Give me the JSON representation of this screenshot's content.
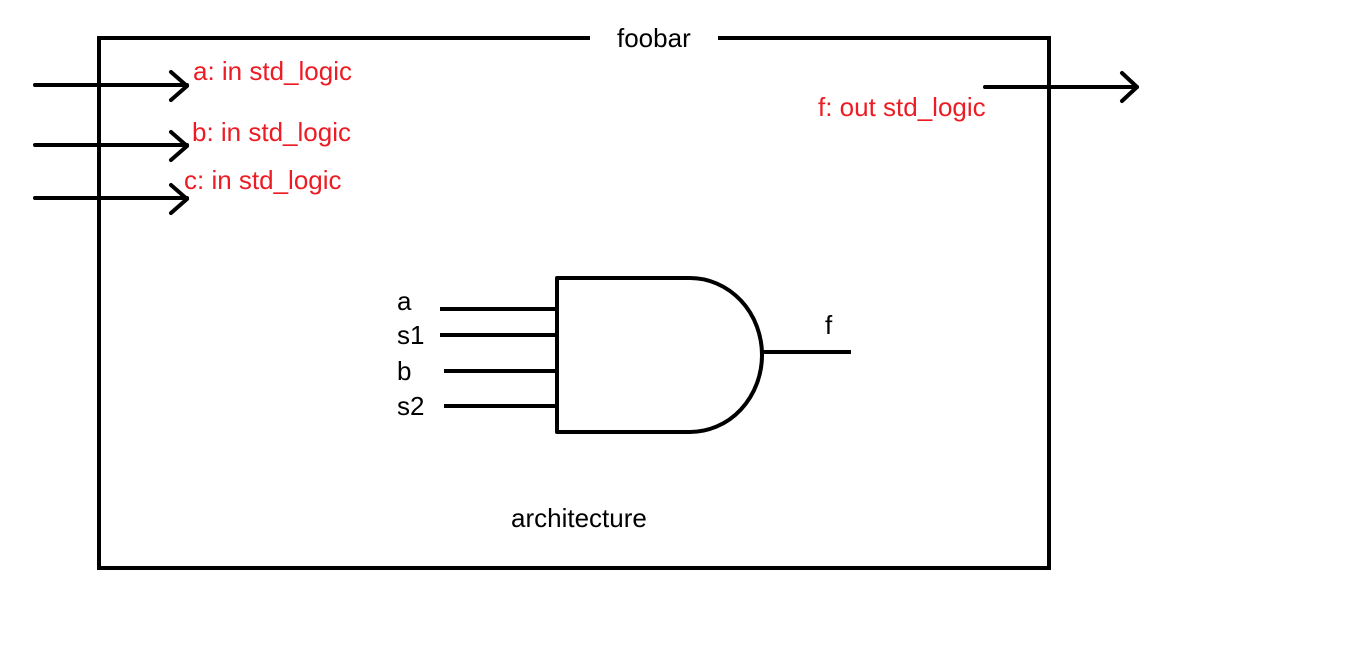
{
  "entity": {
    "name": "foobar"
  },
  "ports": {
    "in": [
      {
        "label": "a: in std_logic"
      },
      {
        "label": "b: in std_logic"
      },
      {
        "label": "c: in std_logic"
      }
    ],
    "out": [
      {
        "label": "f: out std_logic"
      }
    ]
  },
  "gate": {
    "type": "AND",
    "inputs": [
      "a",
      "s1",
      "b",
      "s2"
    ],
    "output": "f"
  },
  "architecture_label": "architecture",
  "colors": {
    "port_label": "#ed1c24",
    "stroke": "#000000",
    "text": "#000000",
    "background": "#ffffff"
  }
}
